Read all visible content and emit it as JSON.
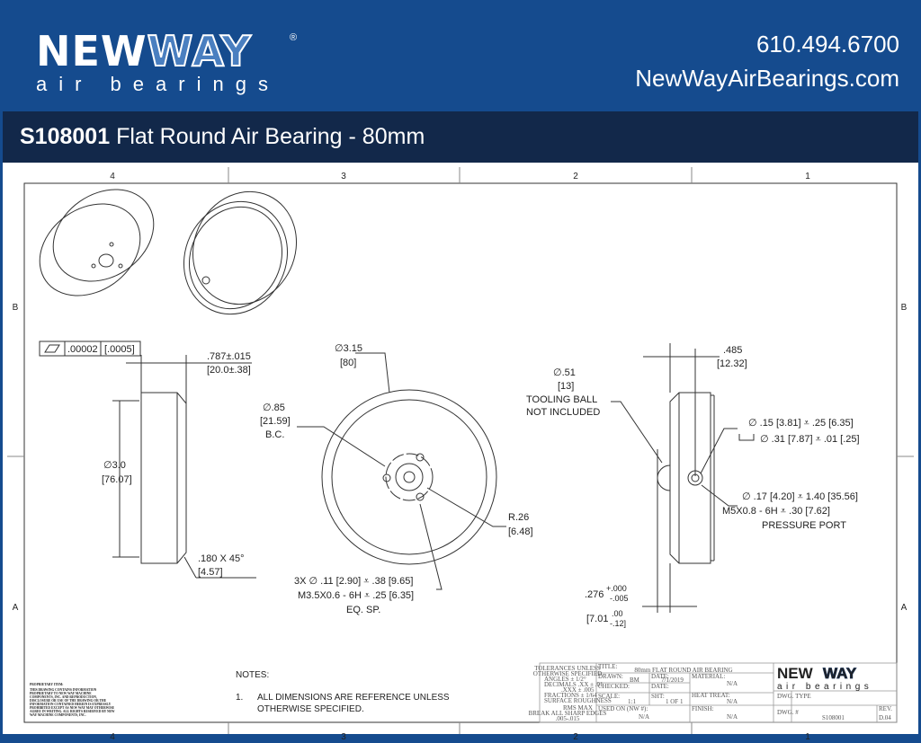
{
  "header": {
    "logo_bold": "NEW",
    "logo_outline": "WAY",
    "logo_reg": "®",
    "logo_sub": "air bearings",
    "phone": "610.494.6700",
    "website": "NewWayAirBearings.com"
  },
  "title": {
    "code": "S108001",
    "name": "Flat Round Air Bearing - 80mm"
  },
  "zones": {
    "columns": [
      "4",
      "3",
      "2",
      "1"
    ],
    "rows": [
      "B",
      "A"
    ]
  },
  "dims": {
    "flatness": ".00002",
    "flatness_mm": "[.0005]",
    "thickness": ".787±.015",
    "thickness_mm": "[20.0±.38]",
    "dia_side": "∅3.0",
    "dia_side_mm": "[76.07]",
    "chamfer": ".180  X 45°",
    "chamfer_mm": "[4.57]",
    "dia_outer": "∅3.15",
    "dia_outer_mm": "[80]",
    "bc": "∅.85",
    "bc_mm": "[21.59]",
    "bc_label": "B.C.",
    "radius": "R.26",
    "radius_mm": "[6.48]",
    "holes_1": "3X  ∅ .11 [2.90]  ⩡ .38 [9.65]",
    "holes_2": "M3.5X0.6 - 6H ⩡ .25 [6.35]",
    "holes_3": "EQ. SP.",
    "ball_dia": "∅.51",
    "ball_dia_mm": "[13]",
    "ball_1": "TOOLING BALL",
    "ball_2": "NOT INCLUDED",
    "port_offset": ".485",
    "port_offset_mm": "[12.32]",
    "port_a1": "∅ .15 [3.81]  ⩡ .25 [6.35]",
    "port_a2": "∅ .31 [7.87]  ⩡ .01 [.25]",
    "port_b1": "∅ .17 [4.20]  ⩡ 1.40 [35.56]",
    "port_b2": "M5X0.8 - 6H ⩡ .30 [7.62]",
    "port_b3": "PRESSURE PORT",
    "ball_h": ".276",
    "ball_h_tol_p": "+.000",
    "ball_h_tol_m": "-.005",
    "ball_h_mm": "[7.01",
    "ball_h_mm_p": ".00",
    "ball_h_mm_m": "-.12]"
  },
  "notes": {
    "heading": "NOTES:",
    "item_num": "1.",
    "item_1": "ALL DIMENSIONS ARE REFERENCE UNLESS",
    "item_2": "OTHERWISE SPECIFIED."
  },
  "proprietary": {
    "heading": "PROPRIETARY ITEM:",
    "body": "THIS DRAWING CONTAINS INFORMATION PROPRIETARY TO NEW WAY MACHINE COMPONENTS, INC. AND REPRODUCTION, DISCLOSURE OR USE OF THE DRAWING OR THE INFORMATION CONTAINED HEREIN IS EXPRESSLY PROHIBITED EXCEPT AS NEW WAY MAY OTHERWISE AGREE IN WRITING. ALL RIGHTS RESERVED BY NEW WAY MACHINE COMPONENTS, INC."
  },
  "title_block": {
    "tolerances": [
      "TOLERANCES UNLESS",
      "OTHERWISE SPECIFIED",
      "ANGLES ± 1/2°",
      "DECIMALS .XX ± .01",
      ".XXX ± .005",
      "FRACTIONS ± 1/64",
      "SURFACE ROUGHNESS",
      "RMS MAX",
      "BREAK ALL SHARP EDGES",
      ".005-.015"
    ],
    "title_label": "TITLE:",
    "title_value": "80mm FLAT ROUND AIR BEARING",
    "drawn_label": "DRAWN:",
    "drawn_value": "BM",
    "date_label": "DATE:",
    "date_value": "7/1/2019",
    "checked_label": "CHECKED:",
    "date2_label": "DATE:",
    "material_label": "MATERIAL:",
    "material_value": "N/A",
    "scale_label": "SCALE:",
    "scale_value": "1:1",
    "sht_label": "SHT:",
    "sht_value": "1 OF 1",
    "heat_label": "HEAT TREAT:",
    "heat_value": "N/A",
    "used_label": "USED ON (NW #):",
    "used_value": "N/A",
    "finish_label": "FINISH:",
    "finish_value": "N/A",
    "dwg_type_label": "DWG. TYPE",
    "dwg_label": "DWG. #",
    "dwg_value": "S108001",
    "rev_label": "REV.",
    "rev_value": "D.04",
    "logo_bold": "NEW",
    "logo_outline": "WAY",
    "logo_sub": "air bearings"
  },
  "colors": {
    "header_blue": "#154b8e",
    "title_navy": "#12284a",
    "line": "#333333"
  }
}
